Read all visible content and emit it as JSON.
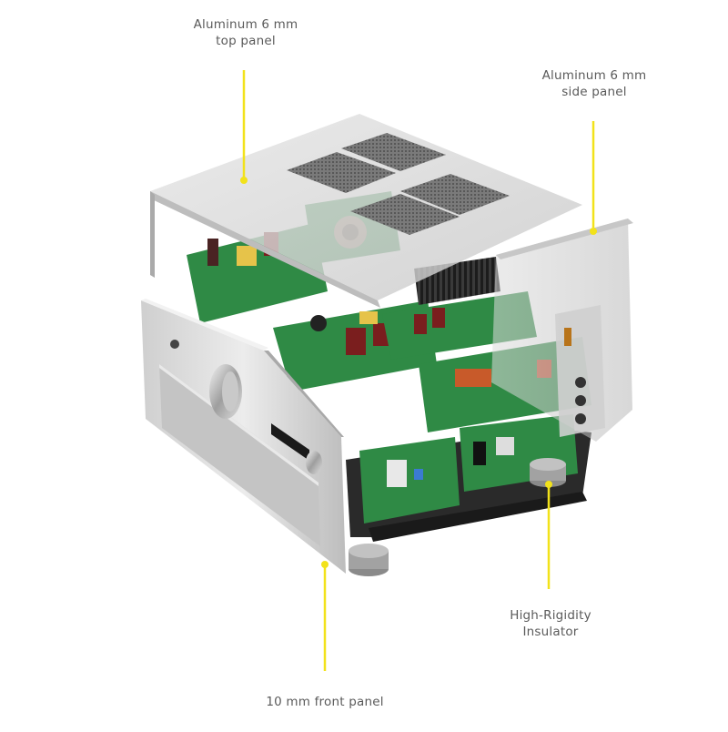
{
  "callouts": {
    "top_panel": {
      "line1": "Aluminum 6 mm",
      "line2": "top panel"
    },
    "side_panel": {
      "line1": "Aluminum 6 mm",
      "line2": "side panel"
    },
    "insulator": {
      "line1": "High-Rigidity",
      "line2": "Insulator"
    },
    "front_panel": {
      "line1": "10 mm front panel"
    }
  },
  "colors": {
    "leader_line": "#f2e21a",
    "leader_dot": "#f2e21a",
    "label_text": "#5a5a5a",
    "pcb_green": "#2f8a45",
    "aluminum": "#d9d9d9",
    "chassis_dark": "#2a2a2a"
  }
}
